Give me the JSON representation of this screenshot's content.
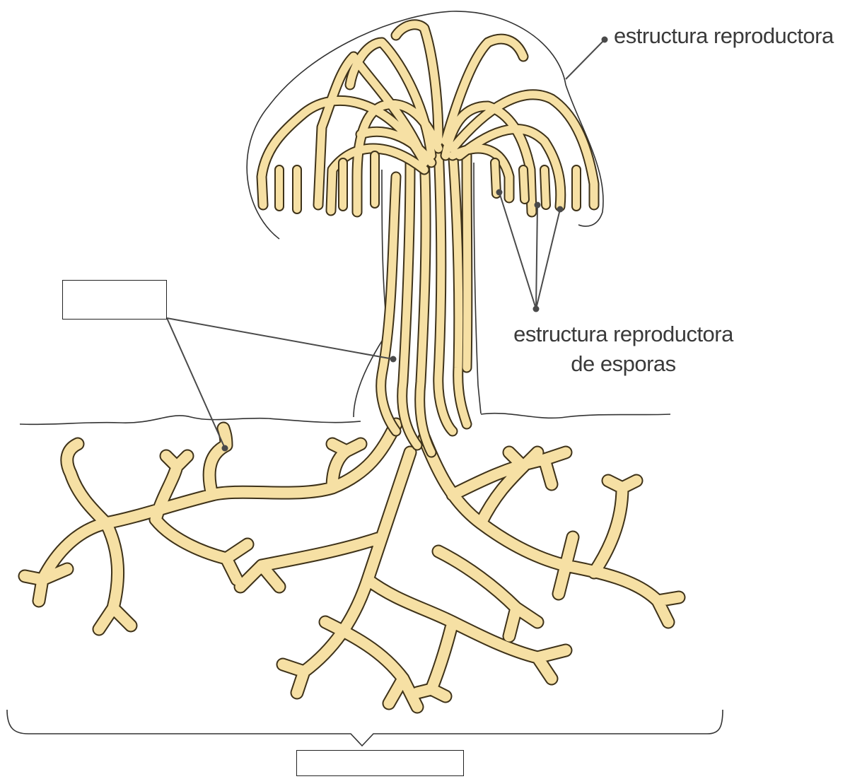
{
  "labels": {
    "reproductive_structure": "estructura reproductora",
    "spore_structure_line1": "estructura reproductora",
    "spore_structure_line2": "de esporas"
  },
  "blank_boxes": {
    "hyphae_answer": "",
    "mycelium_answer": ""
  },
  "colors": {
    "hyphae_fill": "#f6e0a4",
    "hyphae_stroke": "#3e3219",
    "outline": "#333333",
    "pointer": "#4a4a4a"
  },
  "icons": [
    "mushroom-diagram",
    "hyphae-network",
    "pointer-dot"
  ]
}
